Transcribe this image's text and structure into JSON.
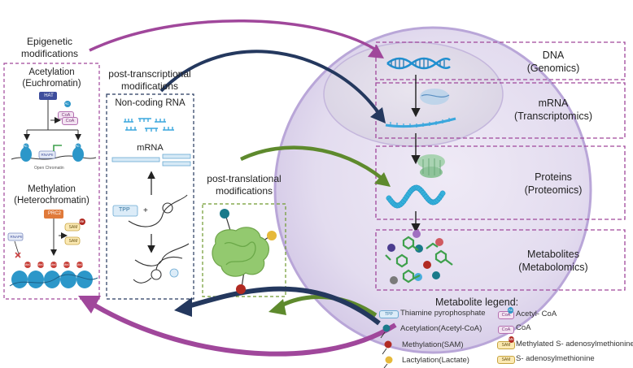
{
  "left_column": {
    "title_line1": "Epigenetic",
    "title_line2": "modifications",
    "acetylation_line1": "Acetylation",
    "acetylation_line2": "(Euchromatin)",
    "methylation_line1": "Methylation",
    "methylation_line2": "(Heterochromatin)",
    "hat_label": "HAT",
    "coa_label": "CoA",
    "ac_label": "Ac",
    "rnapii_label": "RNAPII",
    "open_chromatin_label": "Open Chromatin",
    "prc2_label": "PRC2",
    "sam_label": "SAM",
    "me_label": "Me",
    "me3_label": "Me3"
  },
  "middle_column": {
    "title_line1": "post-transcriptional",
    "title_line2": "modifications",
    "noncoding_rna": "Non-coding RNA",
    "mrna": "mRNA",
    "tpp_label": "TPP",
    "plus": "+"
  },
  "ptm": {
    "title_line1": "post-translational",
    "title_line2": "modifications"
  },
  "omics": [
    {
      "name": "DNA",
      "sub": "(Genomics)"
    },
    {
      "name": "mRNA",
      "sub": "(Transcriptomics)"
    },
    {
      "name": "Proteins",
      "sub": "(Proteomics)"
    },
    {
      "name": "Metabolites",
      "sub": "(Metabolomics)"
    }
  ],
  "legend": {
    "title": "Metabolite legend:",
    "items_left": [
      {
        "icon": "TPP",
        "label": "Thiamine pyrophosphate"
      },
      {
        "label": "Acetylation(Acetyl-CoA)"
      },
      {
        "label": "Methylation(SAM)"
      },
      {
        "label": "Lactylation(Lactate)"
      }
    ],
    "items_right": [
      {
        "icon": "CoA",
        "badge": "Ac",
        "label": "Acetyl- CoA"
      },
      {
        "icon": "CoA",
        "label": "CoA"
      },
      {
        "icon": "SAM",
        "badge": "Me",
        "label": "Methylated S- adenosylmethionine"
      },
      {
        "icon": "SAM",
        "label": "S- adenosylmethionine"
      }
    ]
  },
  "colors": {
    "magenta": "#a0479b",
    "navy": "#24385e",
    "green": "#5e8a2d",
    "teal": "#1a7a8a",
    "red": "#b12a22",
    "yellow": "#e6b93a",
    "dna_blue": "#1f8fd0",
    "cell": "#cbbde0"
  }
}
